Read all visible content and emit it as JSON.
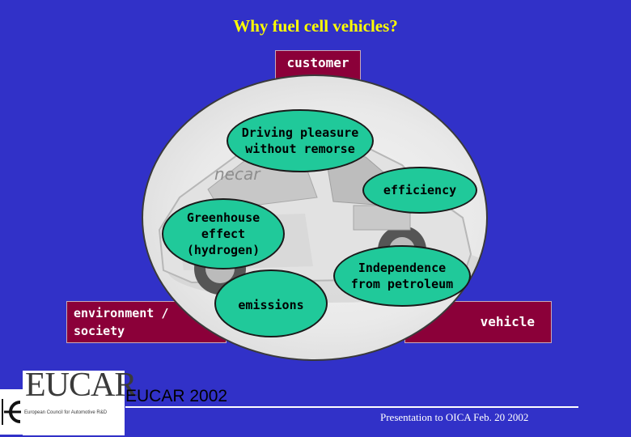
{
  "title": "Why fuel cell vehicles?",
  "boxes": {
    "customer": "customer",
    "environment": "environment /\nsociety",
    "vehicle": "vehicle"
  },
  "bubbles": {
    "driving": "Driving pleasure\nwithout remorse",
    "efficiency": "efficiency",
    "greenhouse": "Greenhouse\neffect\n(hydrogen)",
    "independence": "Independence\nfrom petroleum",
    "emissions": "emissions"
  },
  "logo": {
    "word": "EUCAR",
    "subtitle": "European Council for Automotive R&D",
    "car_lettering": "necar"
  },
  "footer": {
    "left": "EUCAR 2002",
    "right": "Presentation to OICA Feb. 20 2002"
  },
  "colors": {
    "background": "#3131c8",
    "title": "#ffff00",
    "box": "#8b0039",
    "bubble": "#20c99a"
  }
}
